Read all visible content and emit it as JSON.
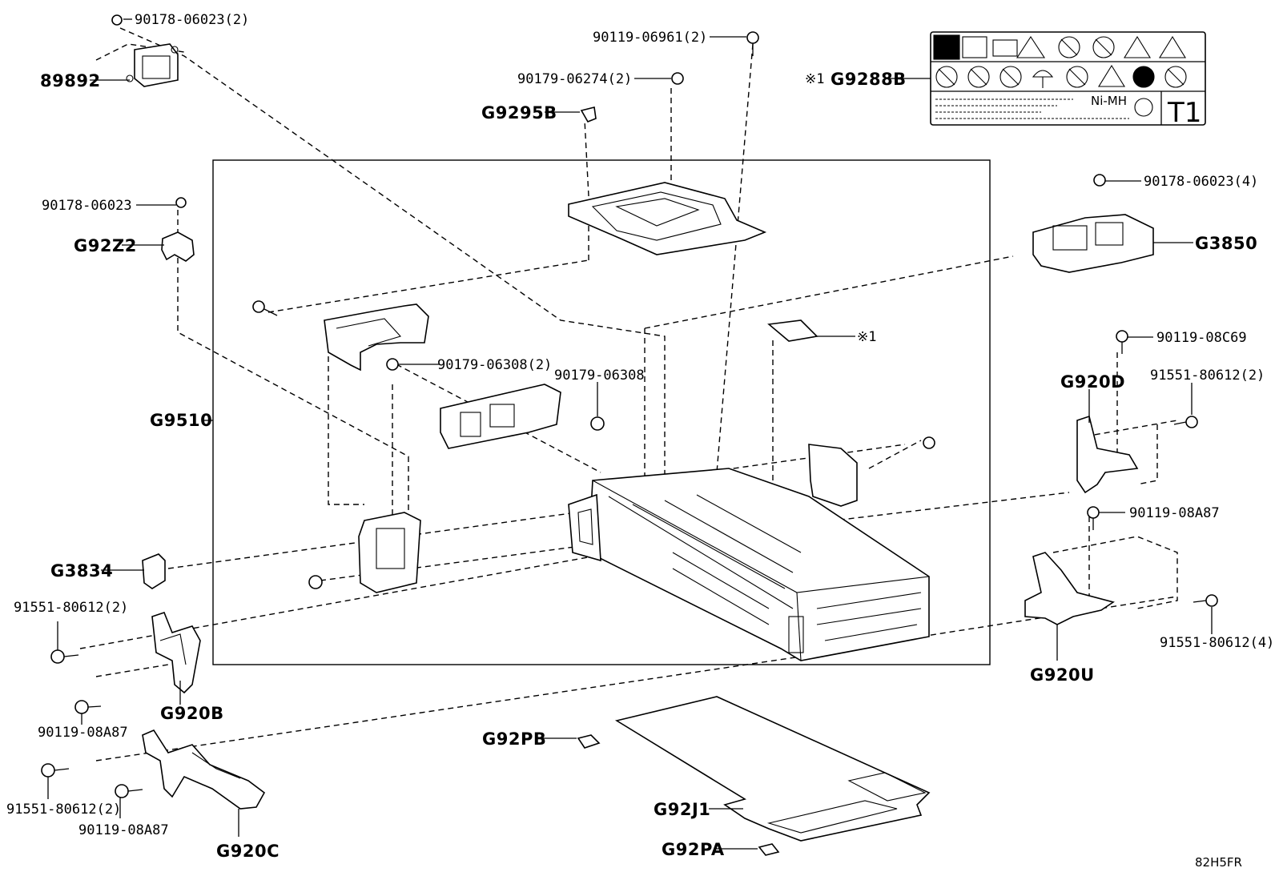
{
  "callouts": {
    "c_89892": "89892",
    "c_90178_06023_2": "90178-06023(2)",
    "c_90178_06023": "90178-06023",
    "c_G92Z2": "G92Z2",
    "c_G9510": "G9510",
    "c_G3834": "G3834",
    "c_91551_80612_2_left": "91551-80612(2)",
    "c_90119_08A87_left": "90119-08A87",
    "c_G920B": "G920B",
    "c_91551_80612_2_bottom": "91551-80612(2)",
    "c_90119_08A87_bottom": "90119-08A87",
    "c_G920C": "G920C",
    "c_90119_06961_2": "90119-06961(2)",
    "c_90179_06274_2": "90179-06274(2)",
    "c_G9295B": "G9295B",
    "c_G9288B": "G9288B",
    "c_note1_G9288B": "※1",
    "c_90179_06308_2": "90179-06308(2)",
    "c_90179_06308": "90179-06308",
    "c_note1": "※1",
    "c_90178_06023_4": "90178-06023(4)",
    "c_G3850": "G3850",
    "c_90119_08C69": "90119-08C69",
    "c_G920D": "G920D",
    "c_91551_80612_2_right": "91551-80612(2)",
    "c_90119_08A87_right": "90119-08A87",
    "c_91551_80612_4": "91551-80612(4)",
    "c_G920U": "G920U",
    "c_G92PB": "G92PB",
    "c_G92J1": "G92J1",
    "c_G92PA": "G92PA"
  },
  "label_panel": {
    "battery_type": "Ni-MH",
    "code": "T1"
  },
  "figure_code": "82H5FR"
}
